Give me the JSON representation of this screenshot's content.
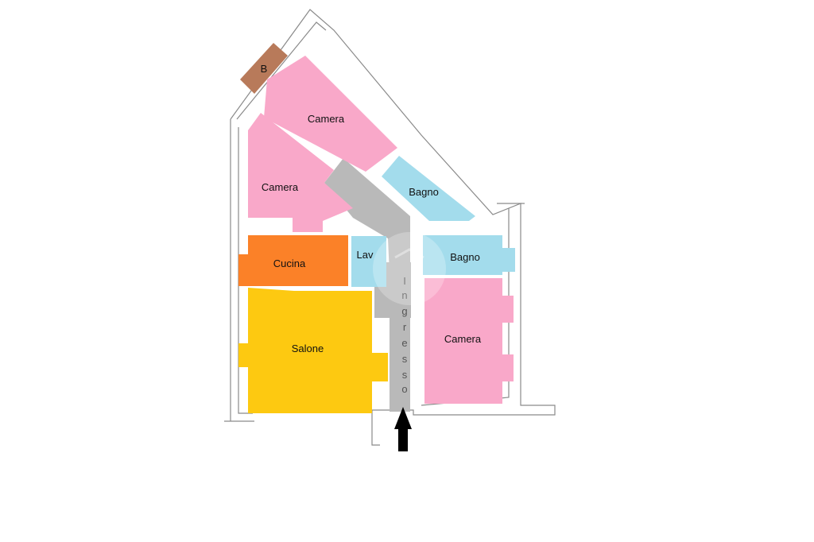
{
  "floor_plan": {
    "colors": {
      "camera": "#f9a8c9",
      "bagno": "#a3dcec",
      "cucina": "#fb8128",
      "salone": "#fdc911",
      "ingresso": "#b9b9b9",
      "balcone": "#b87a5a",
      "arrow": "#000000"
    },
    "rooms": {
      "balcone": "B",
      "camera_top": "Camera",
      "camera_left": "Camera",
      "bagno_top": "Bagno",
      "lav": "Lav",
      "bagno_right": "Bagno",
      "cucina": "Cucina",
      "salone": "Salone",
      "camera_right": "Camera"
    },
    "ingresso_letters": [
      "I",
      "n",
      "g",
      "r",
      "e",
      "s",
      "s",
      "o"
    ],
    "entrance_arrow_icon": "arrow-up-icon"
  }
}
